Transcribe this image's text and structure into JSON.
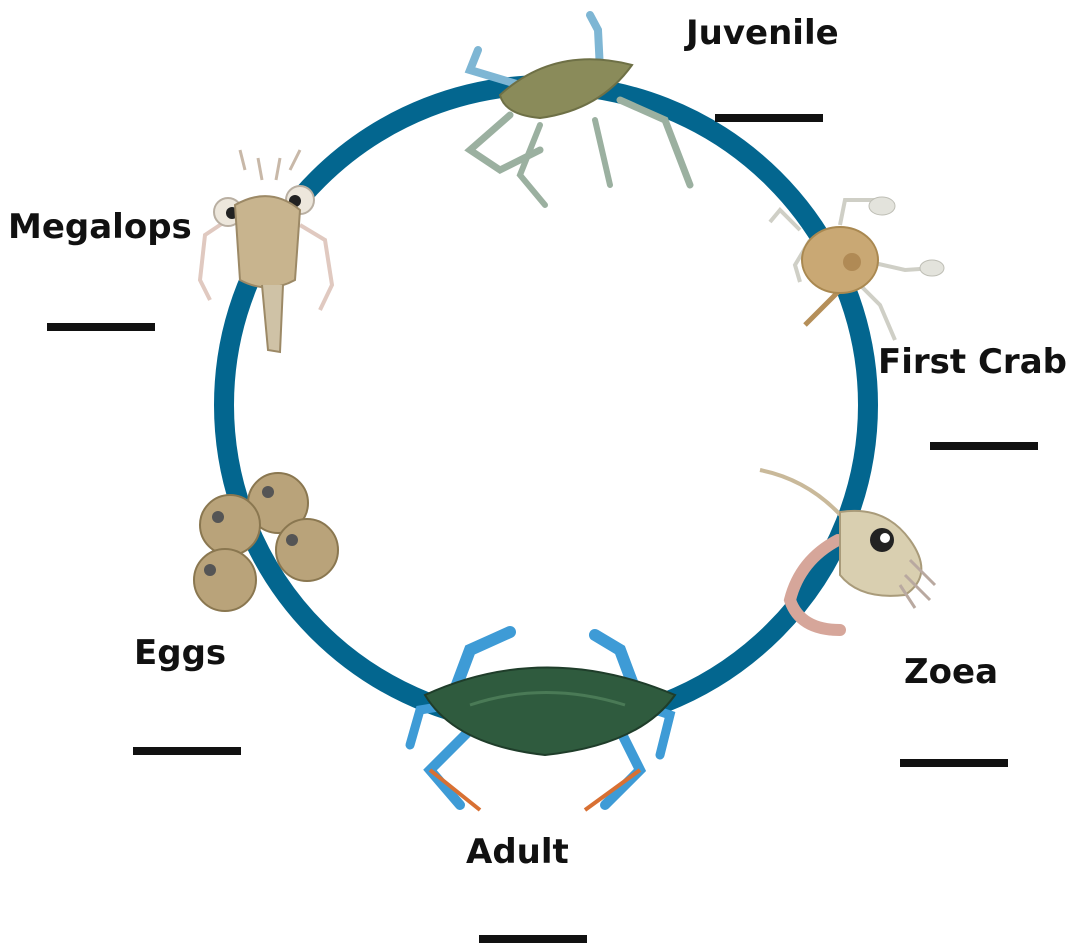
{
  "diagram": {
    "stages": [
      {
        "id": "juvenile",
        "label": "Juvenile",
        "icon": "juvenile-crab-icon"
      },
      {
        "id": "first_crab",
        "label": "First Crab",
        "icon": "first-crab-icon"
      },
      {
        "id": "zoea",
        "label": "Zoea",
        "icon": "zoea-larva-icon"
      },
      {
        "id": "adult",
        "label": "Adult",
        "icon": "adult-blue-crab-icon"
      },
      {
        "id": "eggs",
        "label": "Eggs",
        "icon": "crab-eggs-icon"
      },
      {
        "id": "megalops",
        "label": "Megalops",
        "icon": "megalops-larva-icon"
      }
    ],
    "colors": {
      "cycle_ring": "#03668F",
      "label_text": "#111111",
      "answer_blank": "#111111",
      "adult_shell": "#2F5B3E",
      "adult_claws": "#3E9BD6",
      "larva_tan": "#C8B48E",
      "egg": "#B9A37A"
    }
  }
}
